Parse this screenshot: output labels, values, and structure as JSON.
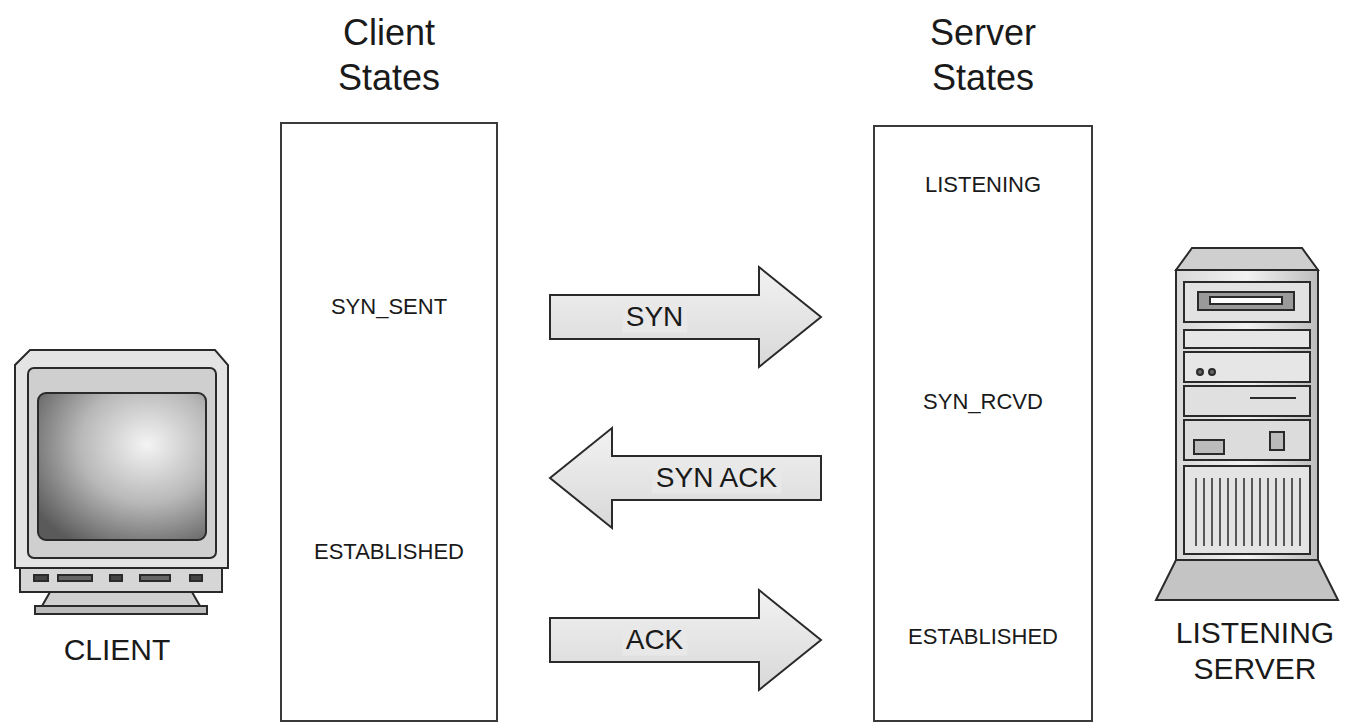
{
  "diagram": {
    "nodes": [
      {
        "text": [
          "Client States",
          "SYN_SENT",
          "ESTABLISHED"
        ]
      },
      {
        "text": [
          "Server States",
          "LISTENING",
          "SYN_RCVD",
          "ESTABLISHED"
        ]
      }
    ],
    "edges": [
      {
        "from": 0,
        "to": 1,
        "label": "SYN",
        "arrow": "to"
      },
      {
        "from": 1,
        "to": 0,
        "label": "SYN ACK",
        "arrow": "to"
      },
      {
        "from": 0,
        "to": 1,
        "label": "ACK",
        "arrow": "to"
      }
    ],
    "labels": [
      "CLIENT",
      "LISTENING SERVER"
    ]
  }
}
